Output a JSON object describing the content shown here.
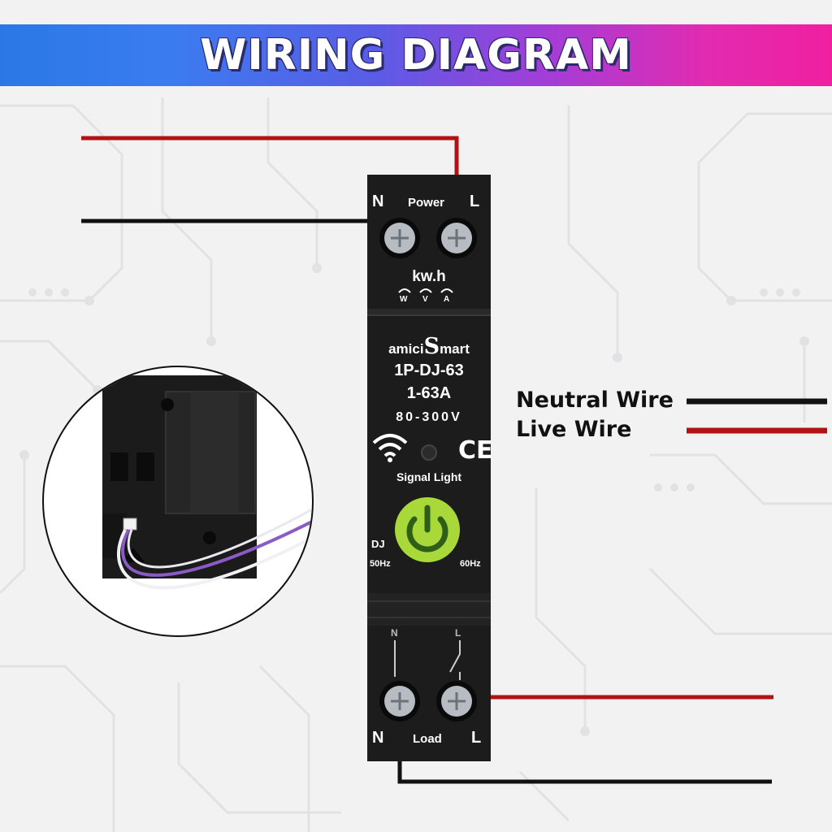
{
  "header": {
    "title": "WIRING DIAGRAM"
  },
  "device": {
    "top_terminals": {
      "left": "N",
      "center": "Power",
      "right": "L"
    },
    "meter_label": "kw.h",
    "meter_indicators": [
      "W",
      "V",
      "A"
    ],
    "brand": {
      "prefix": "amici",
      "emblem": "S",
      "suffix": "mart"
    },
    "model": "1P-DJ-63",
    "current_range": "1-63A",
    "voltage_range": "80-300V",
    "ce_mark": "CE",
    "signal_light_label": "Signal Light",
    "left_badge": "DJ",
    "freq_left": "50Hz",
    "freq_right": "60Hz",
    "bottom_small": {
      "left": "N",
      "right": "L"
    },
    "bottom_terminals": {
      "left": "N",
      "center": "Load",
      "right": "L"
    }
  },
  "legend": [
    {
      "label": "Neutral Wire",
      "color": "#111111"
    },
    {
      "label": "Live Wire",
      "color": "#b31212"
    }
  ],
  "colors": {
    "neutral": "#111111",
    "live": "#b31212",
    "power_button": "#a8d83a",
    "device_body": "#1c1c1c"
  }
}
